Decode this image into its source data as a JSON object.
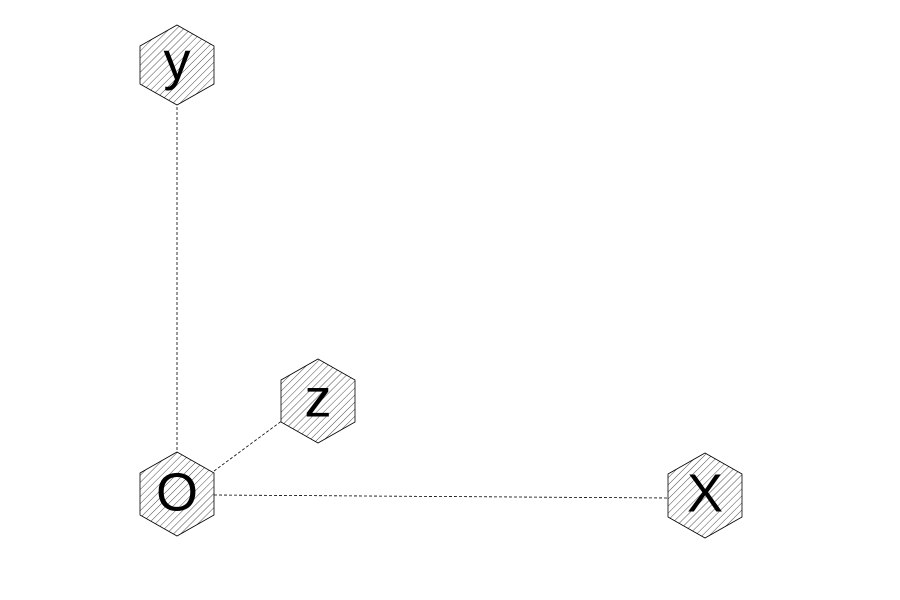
{
  "diagram": {
    "nodes": [
      {
        "id": "y",
        "label": "y"
      },
      {
        "id": "z",
        "label": "z"
      },
      {
        "id": "o",
        "label": "O"
      },
      {
        "id": "x",
        "label": "X"
      }
    ],
    "edges": [
      {
        "from": "o",
        "to": "y"
      },
      {
        "from": "o",
        "to": "z"
      },
      {
        "from": "o",
        "to": "x"
      }
    ],
    "colors": {
      "stroke": "#000000",
      "hatch": "#000000",
      "background": "#ffffff"
    }
  }
}
